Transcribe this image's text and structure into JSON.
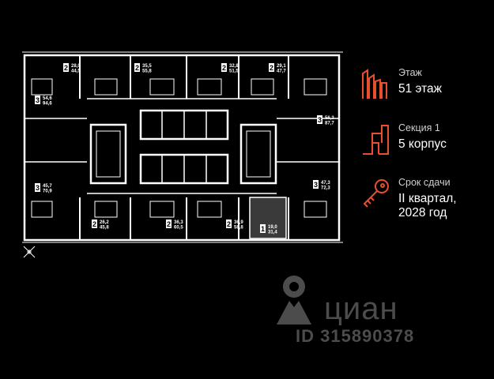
{
  "info": {
    "floor": {
      "label": "Этаж",
      "value": "51 этаж"
    },
    "section": {
      "label": "Секция 1",
      "value": "5 корпус"
    },
    "deadline": {
      "label": "Срок сдачи",
      "value": "II квартал,\n2028 год"
    }
  },
  "apartments": [
    {
      "rooms": "2",
      "area_total": "28,0",
      "area_living": "44,5"
    },
    {
      "rooms": "2",
      "area_total": "35,5",
      "area_living": "55,8"
    },
    {
      "rooms": "2",
      "area_total": "32,8",
      "area_living": "51,5"
    },
    {
      "rooms": "2",
      "area_total": "29,1",
      "area_living": "47,7"
    },
    {
      "rooms": "3",
      "area_total": "54,6",
      "area_living": "94,6"
    },
    {
      "rooms": "3",
      "area_total": "56,3",
      "area_living": "87,7"
    },
    {
      "rooms": "3",
      "area_total": "45,7",
      "area_living": "70,9"
    },
    {
      "rooms": "3",
      "area_total": "47,3",
      "area_living": "72,3"
    },
    {
      "rooms": "2",
      "area_total": "26,2",
      "area_living": "45,8"
    },
    {
      "rooms": "2",
      "area_total": "36,3",
      "area_living": "60,5"
    },
    {
      "rooms": "2",
      "area_total": "36,9",
      "area_living": "58,8"
    },
    {
      "rooms": "1",
      "area_total": "19,0",
      "area_living": "31,4"
    }
  ],
  "watermark": {
    "brand": "циан",
    "id": "ID 315890378"
  },
  "colors": {
    "accent": "#e8502d",
    "background": "#000000",
    "walls": "#ffffff",
    "highlight": "#3a3a3a"
  }
}
